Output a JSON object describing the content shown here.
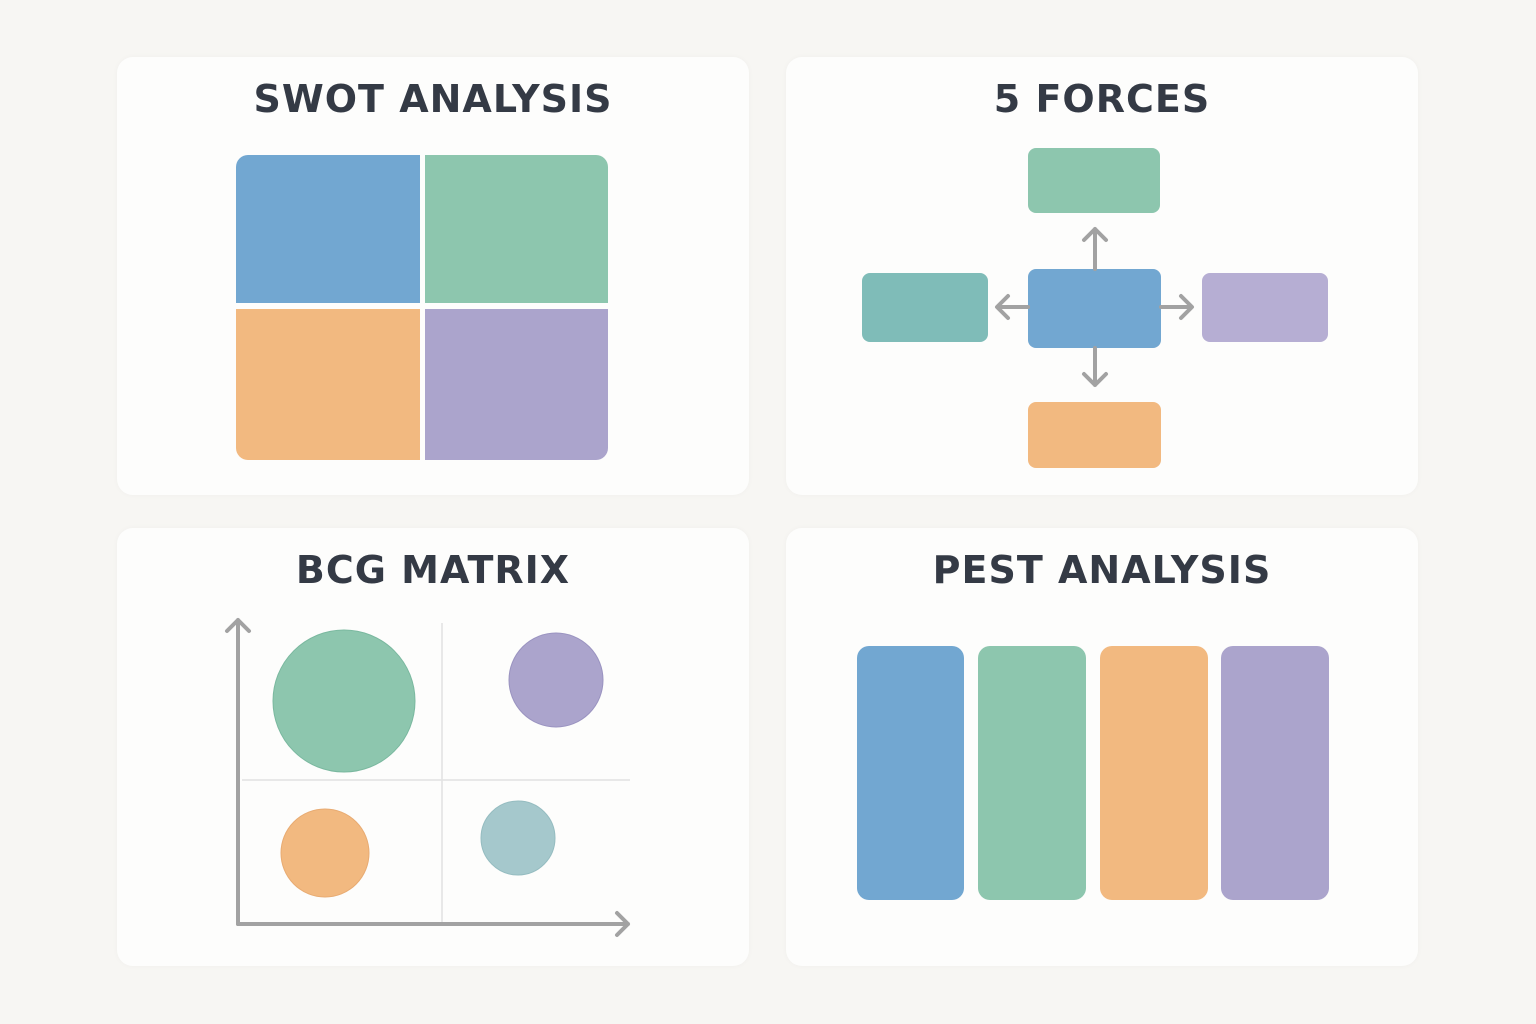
{
  "colors": {
    "background": "#f7f6f3",
    "card": "#fdfdfc",
    "title_text": "#343a45",
    "blue": "#72a7d1",
    "green": "#8dc6ae",
    "orange": "#f2b980",
    "purple": "#aba4cc",
    "teal": "#7fbcb8",
    "lavender": "#b6aed3",
    "slate_teal": "#a5c8cc",
    "arrow_gray": "#a2a2a2",
    "grid_line": "#e2e2e2"
  },
  "panels": {
    "swot": {
      "title": "SWOT ANALYSIS",
      "quadrants": [
        "blue",
        "green",
        "orange",
        "purple"
      ]
    },
    "five_forces": {
      "title": "5 FORCES",
      "boxes": {
        "center": "blue",
        "top": "green",
        "left": "teal",
        "right": "lavender",
        "bottom": "orange"
      }
    },
    "bcg": {
      "title": "BCG MATRIX",
      "bubbles": [
        {
          "quadrant": "top-left",
          "color": "green",
          "size": "large"
        },
        {
          "quadrant": "top-right",
          "color": "purple",
          "size": "medium"
        },
        {
          "quadrant": "bottom-left",
          "color": "orange",
          "size": "medium"
        },
        {
          "quadrant": "bottom-right",
          "color": "slate_teal",
          "size": "small"
        }
      ]
    },
    "pest": {
      "title": "PEST ANALYSIS",
      "columns": [
        "blue",
        "green",
        "orange",
        "purple"
      ]
    }
  }
}
